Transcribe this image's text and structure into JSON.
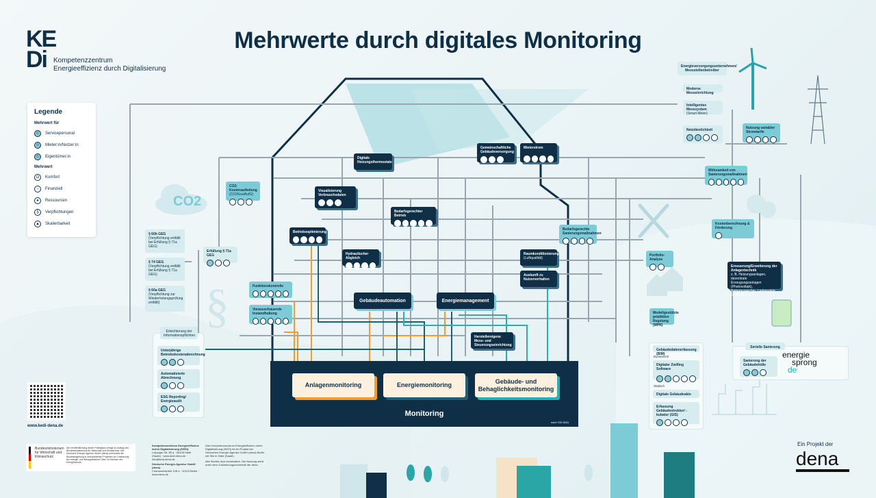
{
  "title": "Mehrwerte durch digitales Monitoring",
  "logo": {
    "mark_top": "KE",
    "mark_bottom": "Di",
    "line1": "Kompetenzzentrum",
    "line2": "Energieeffizienz durch Digitalisierung"
  },
  "legend": {
    "title": "Legende",
    "group1_title": "Mehrwert für",
    "group1": [
      {
        "icon": "service-staff-icon",
        "label": "Servicepersonal"
      },
      {
        "icon": "tenant-icon",
        "label": "Mieter:in/Nutzer:in"
      },
      {
        "icon": "owner-icon",
        "label": "Eigentümer:in"
      }
    ],
    "group2_title": "Mehrwert",
    "group2": [
      {
        "icon": "comfort-icon",
        "label": "Komfort"
      },
      {
        "icon": "finance-icon",
        "label": "Finanziell"
      },
      {
        "icon": "resources-icon",
        "label": "Ressourcen"
      },
      {
        "icon": "obligations-icon",
        "label": "Verpflichtungen"
      },
      {
        "icon": "scalability-icon",
        "label": "Skalierbarkeit"
      }
    ]
  },
  "nodes": {
    "digitale_heizung": "Digitale Heizungsthermostate",
    "visualisierung": "Visualisierung Verbrauchsdaten",
    "bedarfsgerechter_betrieb": "Bedarfsgerechter Betrieb",
    "betriebsoptimierung": "Betriebsoptimierung",
    "hydraulischer_abgleich": "Hydraulischer Abgleich",
    "gemeinschaftliche": "Gemeinschaftliche Gebäudeversorgung",
    "mieterstrom": "Mieterstrom",
    "co2": "CO2-Kostenaufteilung",
    "co2_sub": "(CO2KostAufG)",
    "erfuellung": "Erfüllung § 71a GEG",
    "geg60b": "§ 60b GEG",
    "geg60b_sub": "(Verpflichtung entfällt bei Erfüllung § 71a GEG)",
    "geg74": "§ 74 GEG",
    "geg74_sub": "(Verpflichtung entfällt bei Erfüllung § 71a GEG)",
    "geg60a": "§ 60a GEG",
    "geg60a_sub": "(Verpflichtung zur Wiederholungsprüfung entfällt)",
    "funktionskontrolle": "Funktionskontrolle",
    "instandhaltung": "Vorausschauende Instandhaltung",
    "gebaeudeautomation": "Gebäudeautomation",
    "energiemanagement": "Energiemanagement",
    "hersteller": "Herstellereigene Mess- und Steuerungseinrichtung",
    "raumkonditionierung": "Raumkonditionierung",
    "raumkonditionierung_sub": "(Luftqualität)",
    "auskunft": "Auskunft zu Nutzerverhalten",
    "sanierungsmassnahmen": "Bedarfsgerechte Sanierungsmaßnahmen",
    "evu": "Energieversorgungsunternehmen/ Messstellenbetreiber",
    "moderne_mess": "Moderne Messeinrichtung",
    "smart_meter": "Intelligentes Messsystem",
    "smart_meter_sub": "(Smart Meter)",
    "netzdienlichkeit": "Netzdienlichkeit",
    "stromtarife": "Nutzung variabler Stromtarife",
    "wirksamkeit": "Wirksamkeit von Sanierungsmaßnahmen",
    "kosten": "Kostenberechnung & Förderung",
    "erneuerung": "Erneuerung/Erweiterung der Anlagentechnik",
    "erneuerung_sub": "z. B. Heizungsanlagen, dezentrale Erzeugungsanlagen (Photovoltaik), Batteriespeicher, Ladepunkte E-Mobilität, IoT",
    "portfolio": "Portfolio-Analyse",
    "mpc": "Modellgestützte prädiktive Regelung (MPR)",
    "bim": "Gebäudedatenerfassung (BIM)",
    "dynamisch": "Dynamisch",
    "zwilling": "Digitaler Zwilling Software",
    "statisch": "Statisch",
    "gebaeudeakte": "Digitale Gebäudeakte",
    "gis": "Erfassung Gebäudestruktur/ -kubatur (GIS)",
    "serielle": "Serielle Sanierung",
    "gebaeudehuelle": "Sanierung der Gebäudehülle",
    "informationspflichten": "Erleichterung der Informationspflichten",
    "unterjaehrige": "Unterjährige Betriebskostenabrechnung",
    "automatisierte": "Automatisierte Abrechnung",
    "esg": "ESG Reporting/ Energieaudit"
  },
  "monitoring": {
    "title": "Monitoring",
    "note": "nach VDI 6041",
    "anlagen": "Anlagenmonitoring",
    "energie": "Energiemonitoring",
    "gebaeude": "Gebäude- und Behaglichkeitsmonitoring",
    "colors": {
      "anlagen": "#f39c2b",
      "energie": "#1e5f70",
      "gebaeude": "#22b3b8"
    }
  },
  "co2_cloud": "CO2",
  "energiesprong": {
    "l1": "energie",
    "l2": "sprong",
    "l3": "de"
  },
  "website": "www.kedi-dena.de",
  "ministry": {
    "name": "Bundesministerium für Wirtschaft und Klimaschutz",
    "text": "Die Veröffentlichung dieser Publikation erfolgt im Auftrag des Bundesministeriums für Wirtschaft und Klimaschutz. Die Deutsche Energie-Agentur GmbH (dena) unterstützt die Bundesregierung in verschiedenen Projekten zur Umsetzung der energie- und klimapolitischen Ziele im Rahmen der Energiewende."
  },
  "imprint": {
    "kedi": "Kompetenzzentrum Energieeffizienz durch Digitalisierung (KEDi)",
    "kedi_addr": "Leipziger Str. 85 a · 06108 Halle (Saale) · www.kedi-dena.de · info@kedi-dena.de",
    "dena": "Deutsche Energie-Agentur GmbH (dena)",
    "dena_addr": "Chausseestraße 128 a · 10115 Berlin · www.dena.de",
    "about": "Das Kompetenzzentrum Energieeffizienz durch Digitalisierung (KEDi) ist ein Projekt der Deutschen Energie-Agentur GmbH (dena) Berlin mit Sitz in Halle (Saale).",
    "rights": "Alle Rechte sind vorbehalten. Die Nutzung steht unter dem Zustimmungsvorbehalt der dena."
  },
  "project_of": "Ein Projekt der",
  "dena_logo": "dena"
}
